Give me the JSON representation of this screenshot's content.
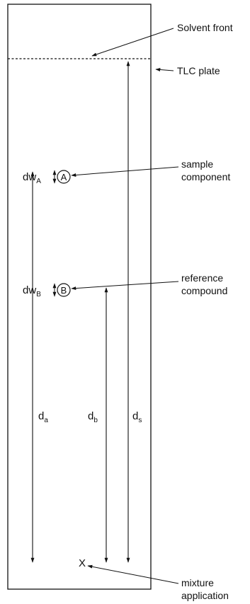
{
  "labels": {
    "solvent_front": "Solvent front",
    "tlc_plate": "TLC plate",
    "sample_component_line1": "sample",
    "sample_component_line2": "component",
    "reference_compound_line1": "reference",
    "reference_compound_line2": "compound",
    "mixture_application_line1": "mixture",
    "mixture_application_line2": "application"
  },
  "spots": {
    "a": "A",
    "b": "B"
  },
  "symbols": {
    "dw_base": "dw",
    "dw_a_sub": "A",
    "dw_b_sub": "B",
    "d_base": "d",
    "da_sub": "a",
    "db_sub": "b",
    "ds_sub": "s",
    "origin_mark": "X"
  }
}
